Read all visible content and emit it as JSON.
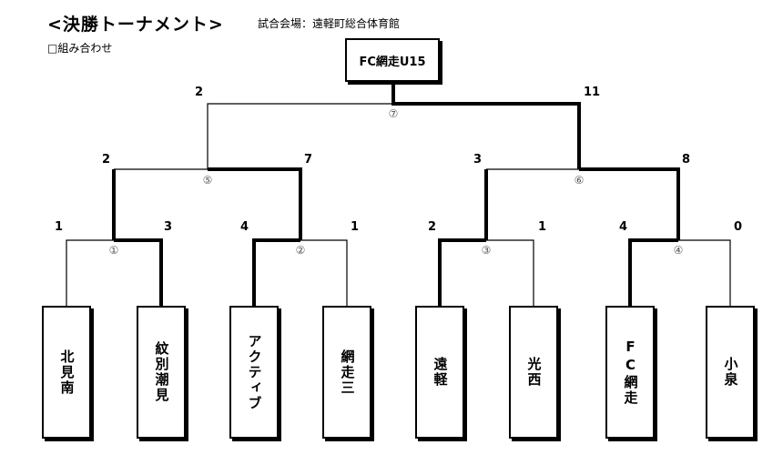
{
  "header": {
    "title": "<決勝トーナメント>",
    "venue": "試合会場：遠軽町総合体育館",
    "subtitle": "□組み合わせ"
  },
  "champion": {
    "label": "FC網走U15"
  },
  "teams": [
    "北見南",
    "紋別潮見",
    "アクティブ",
    "網走三",
    "遠軽",
    "光西",
    "FC網走",
    "小泉"
  ],
  "matches": [
    {
      "number": "①",
      "left_score": "1",
      "right_score": "3",
      "winner": "right"
    },
    {
      "number": "②",
      "left_score": "4",
      "right_score": "1",
      "winner": "left"
    },
    {
      "number": "③",
      "left_score": "2",
      "right_score": "1",
      "winner": "left"
    },
    {
      "number": "④",
      "left_score": "4",
      "right_score": "0",
      "winner": "left"
    },
    {
      "number": "⑤",
      "left_score": "2",
      "right_score": "7",
      "winner": "right"
    },
    {
      "number": "⑥",
      "left_score": "3",
      "right_score": "8",
      "winner": "right"
    },
    {
      "number": "⑦",
      "left_score": "2",
      "right_score": "11",
      "winner": "right"
    }
  ]
}
